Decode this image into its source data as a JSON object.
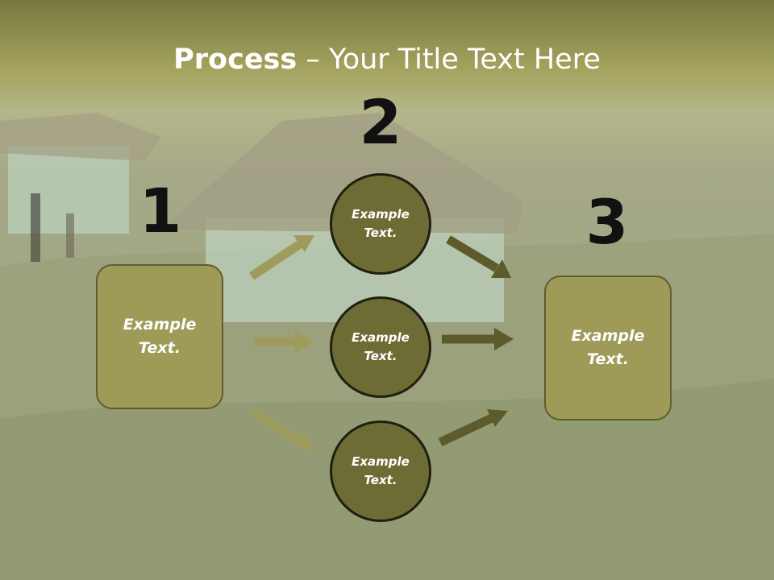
{
  "slide": {
    "title_bold": "Process",
    "title_rest": " – Your Title Text Here",
    "steps": [
      {
        "number": "1",
        "label": "Example\nText."
      },
      {
        "number": "2",
        "label": "Example\nText."
      },
      {
        "number": "3",
        "label": "Example\nText."
      }
    ],
    "circles": [
      {
        "label": "Example\nText."
      },
      {
        "label": "Example\nText."
      },
      {
        "label": "Example\nText."
      }
    ]
  },
  "colors": {
    "header_bar": "#8a8a48",
    "box_fill": "#9e9a58",
    "circle_fill": "#6e6c35",
    "arrow_light": "#9f9b5c",
    "arrow_dark": "#5d5b2c"
  }
}
